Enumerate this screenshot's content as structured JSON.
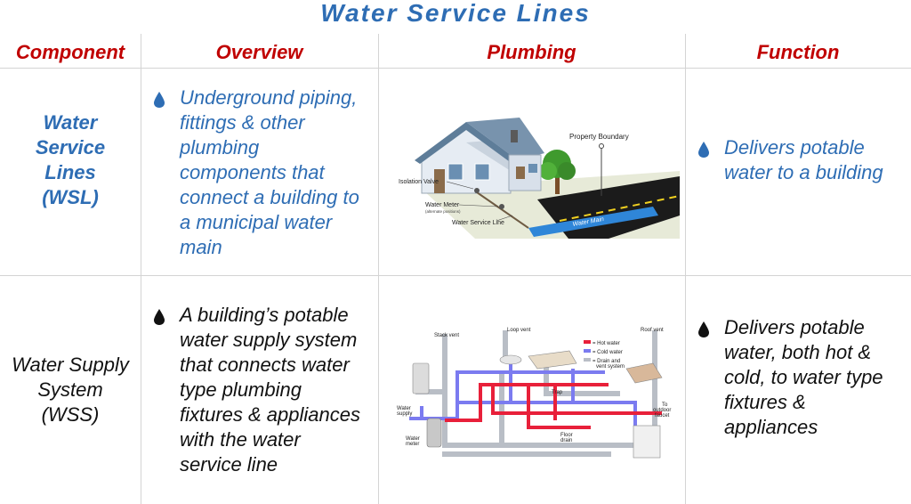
{
  "title": "Water Service Lines",
  "headers": [
    "Component",
    "Overview",
    "Plumbing",
    "Function"
  ],
  "rows": [
    {
      "component": "Water\nService\nLines\n(WSL)",
      "overview": "Underground piping,\nfittings & other\nplumbing\ncomponents that\nconnect a building to\na municipal water\nmain",
      "function": "Delivers potable\nwater to a building",
      "diagram_labels": {
        "property": "Property Boundary",
        "valve": "Isolation Valve",
        "meter": "Water Meter",
        "meter_note": "(alternate positions)",
        "service_line": "Water Service Line",
        "main": "Water Main"
      }
    },
    {
      "component": "Water Supply\nSystem\n(WSS)",
      "overview": "A building’s potable\nwater supply system\nthat connects water\ntype plumbing\nfixtures & appliances\nwith the water\nservice line",
      "function": "Delivers potable\nwater, both hot &\ncold, to water type\nfixtures &\nappliances",
      "diagram_labels": {
        "stack_vent": "Stack vent",
        "loop_vent": "Loop vent",
        "roof_vent": "Roof vent",
        "legend_hot": "= Hot water",
        "legend_cold": "= Cold water",
        "legend_drain": "= Drain and",
        "legend_drain2": "vent system",
        "trap": "Trap",
        "water_supply": "Water",
        "water_supply2": "supply",
        "outdoor": "To",
        "outdoor2": "outdoor",
        "outdoor3": "faucet",
        "floor_drain": "Floor",
        "floor_drain2": "drain",
        "water_meter": "Water",
        "water_meter2": "meter"
      }
    }
  ],
  "colors": {
    "title": "#2e6db4",
    "header": "#c00000",
    "hot": "#e8203a",
    "cold": "#7b7bf0",
    "drain": "#b9bec6"
  },
  "icons": {
    "wsl_bullet": "water-drop-icon-blue",
    "wss_bullet": "water-drop-icon-black"
  }
}
